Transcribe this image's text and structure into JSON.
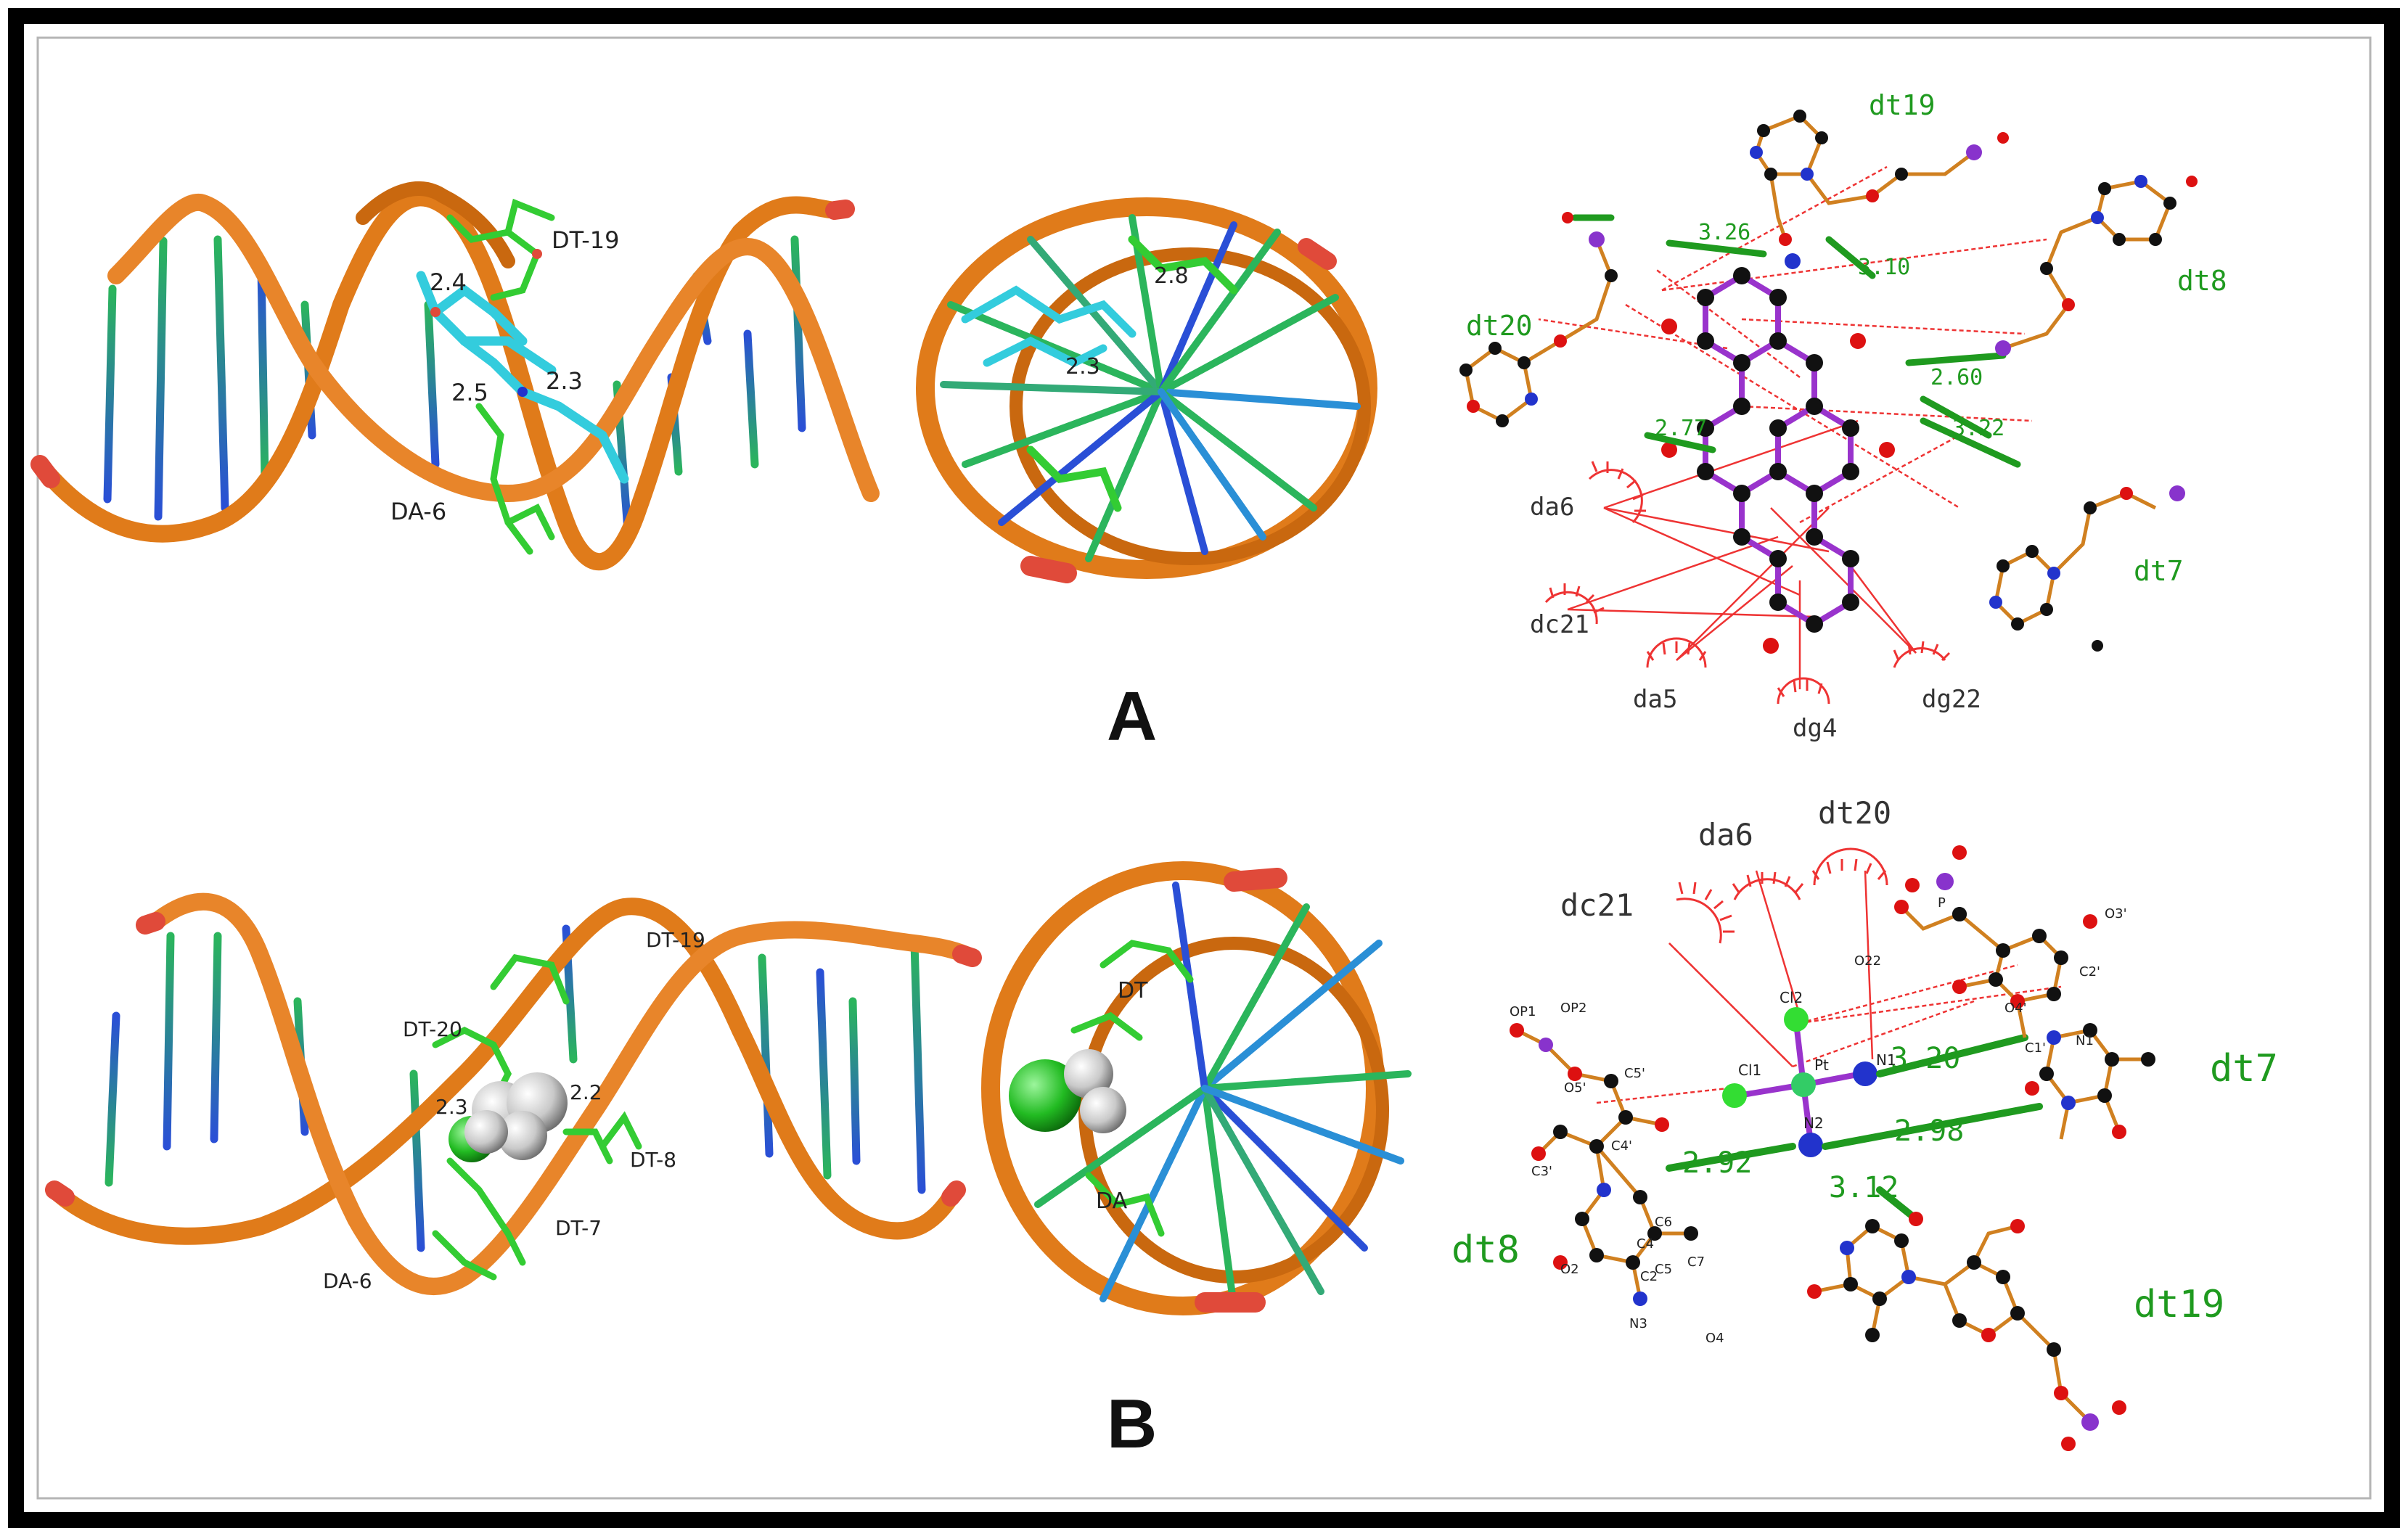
{
  "colors": {
    "backbone": "#e07b1a",
    "backbone_dark": "#b85c0a",
    "backbone_end": "#e04a3a",
    "rung_green": "#2bb55c",
    "rung_blue": "#2a4fd6",
    "ligand_cyan": "#33ccdd",
    "residue_green": "#33cc33",
    "hbond_green": "#1f9a1f",
    "contact_red": "#ee3333",
    "atom_carbon": "#111111",
    "atom_oxygen": "#dd1111",
    "atom_nitrogen": "#2233cc",
    "atom_phosphorus": "#8833cc",
    "bond_orange": "#d08020",
    "ligand_bond_purple": "#9933cc",
    "frame": "#000000"
  },
  "panel_a": {
    "letter": "A",
    "helix_labels": {
      "dt19": "DT-19",
      "da6": "DA-6"
    },
    "helix_distances": [
      "2.4",
      "2.5",
      "2.3"
    ],
    "end_view_distances": [
      "2.3",
      "2.8"
    ],
    "interaction_map": {
      "hbond_residues": [
        "dt19",
        "dt8",
        "dt20",
        "dt7"
      ],
      "contact_residues": [
        "da6",
        "dc21",
        "da5",
        "dg4",
        "dg22"
      ],
      "distances": [
        "3.26",
        "3.10",
        "2.60",
        "2.77",
        "3.22"
      ]
    }
  },
  "panel_b": {
    "letter": "B",
    "helix_labels": {
      "dt19": "DT-19",
      "dt20": "DT-20",
      "dt8": "DT-8",
      "dt7": "DT-7",
      "da6": "DA-6"
    },
    "helix_distances": [
      "2.2",
      "2.3"
    ],
    "end_view_labels": {
      "dt": "DT",
      "da": "DA"
    },
    "interaction_map": {
      "hbond_residues": [
        "dt7",
        "dt8",
        "dt19"
      ],
      "contact_residues": [
        "dc21",
        "da6",
        "dt20"
      ],
      "distances": [
        "3.20",
        "2.98",
        "2.92",
        "3.12"
      ],
      "center_atoms": {
        "pt": "Pt",
        "n1": "N1",
        "n2": "N2",
        "cl1": "Cl1",
        "cl2": "Cl2"
      },
      "atom_labels": [
        "OP1",
        "OP2",
        "O22",
        "P",
        "O5'",
        "C5'",
        "C4'",
        "O4'",
        "C3'",
        "C2'",
        "C1'",
        "O3'",
        "N1",
        "C2",
        "N3",
        "C4",
        "C5",
        "C6",
        "C7",
        "O2",
        "O4"
      ]
    }
  }
}
